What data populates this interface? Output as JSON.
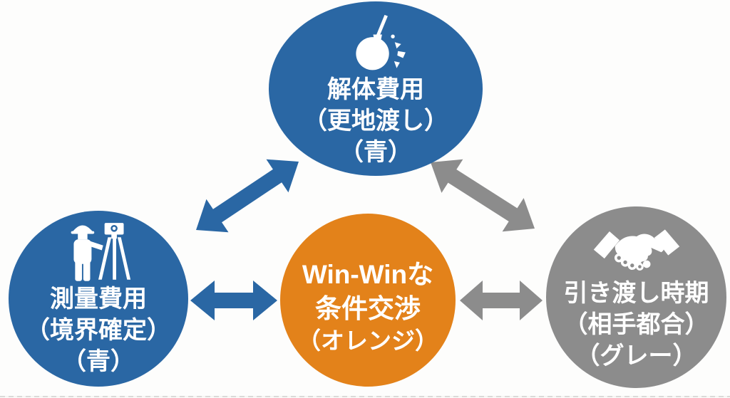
{
  "colors": {
    "blue": "#2A67A4",
    "orange": "#E3821A",
    "gray": "#8C8C8C",
    "text": "#FFFFFF"
  },
  "nodes": {
    "demolition": {
      "lines": [
        "解体費用",
        "（更地渡し）",
        "（青）"
      ],
      "icon": "wrecking-ball-icon",
      "color": "#2A67A4"
    },
    "survey": {
      "lines": [
        "測量費用",
        "（境界確定）",
        "（青）"
      ],
      "icon": "surveyor-icon",
      "color": "#2A67A4"
    },
    "negotiation": {
      "lines": [
        "Win-Winな",
        "条件交渉",
        "（オレンジ）"
      ],
      "icon": null,
      "color": "#E3821A"
    },
    "handover": {
      "lines": [
        "引き渡し時期",
        "（相手都合）",
        "（グレー）"
      ],
      "icon": "handshake-icon",
      "color": "#8C8C8C"
    }
  },
  "arrows": [
    {
      "name": "arrow-survey-demolition",
      "type": "double-headed-diagonal",
      "color": "#2A67A4"
    },
    {
      "name": "arrow-demolition-handover",
      "type": "double-headed-diagonal",
      "color": "#8C8C8C"
    },
    {
      "name": "arrow-survey-negotiation",
      "type": "double-headed-horizontal",
      "color": "#2A67A4"
    },
    {
      "name": "arrow-negotiation-handover",
      "type": "double-headed-horizontal",
      "color": "#8C8C8C"
    }
  ]
}
